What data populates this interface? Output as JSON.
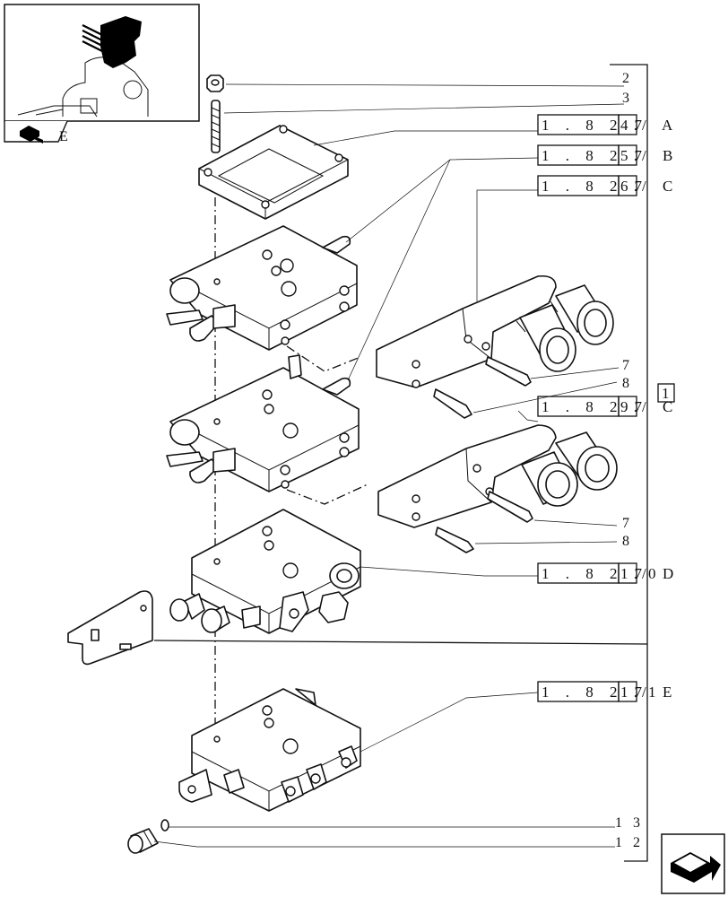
{
  "callouts": {
    "item_2": "2",
    "item_3": "3",
    "item_7a": "7",
    "item_8a": "8",
    "item_7b": "7",
    "item_8b": "8",
    "item_13": "1 3",
    "item_12": "1 2"
  },
  "references": [
    {
      "prefix": "1 . 8 2 .",
      "number": "47",
      "suffix": "/ A"
    },
    {
      "prefix": "1 . 8 2 .",
      "number": "57",
      "suffix": "/ B"
    },
    {
      "prefix": "1 . 8 2 .",
      "number": "67",
      "suffix": "/ C"
    },
    {
      "prefix": "1 . 8 2 .",
      "number": "97",
      "suffix": "/ C"
    },
    {
      "prefix": "1 . 8 2 .",
      "number": "170",
      "suffix": "/ D"
    },
    {
      "prefix": "1 . 8 2 .",
      "number": "171",
      "suffix": "/ E"
    }
  ],
  "qty_badge": "1",
  "thumbnail_letter": "E",
  "icons": {
    "thumbnail": "tractor-valve-locator-icon",
    "book": "book-icon",
    "next": "next-page-arrow-icon"
  },
  "colors": {
    "ink": "#111111",
    "background": "#ffffff",
    "icon_fill": "#000000"
  }
}
